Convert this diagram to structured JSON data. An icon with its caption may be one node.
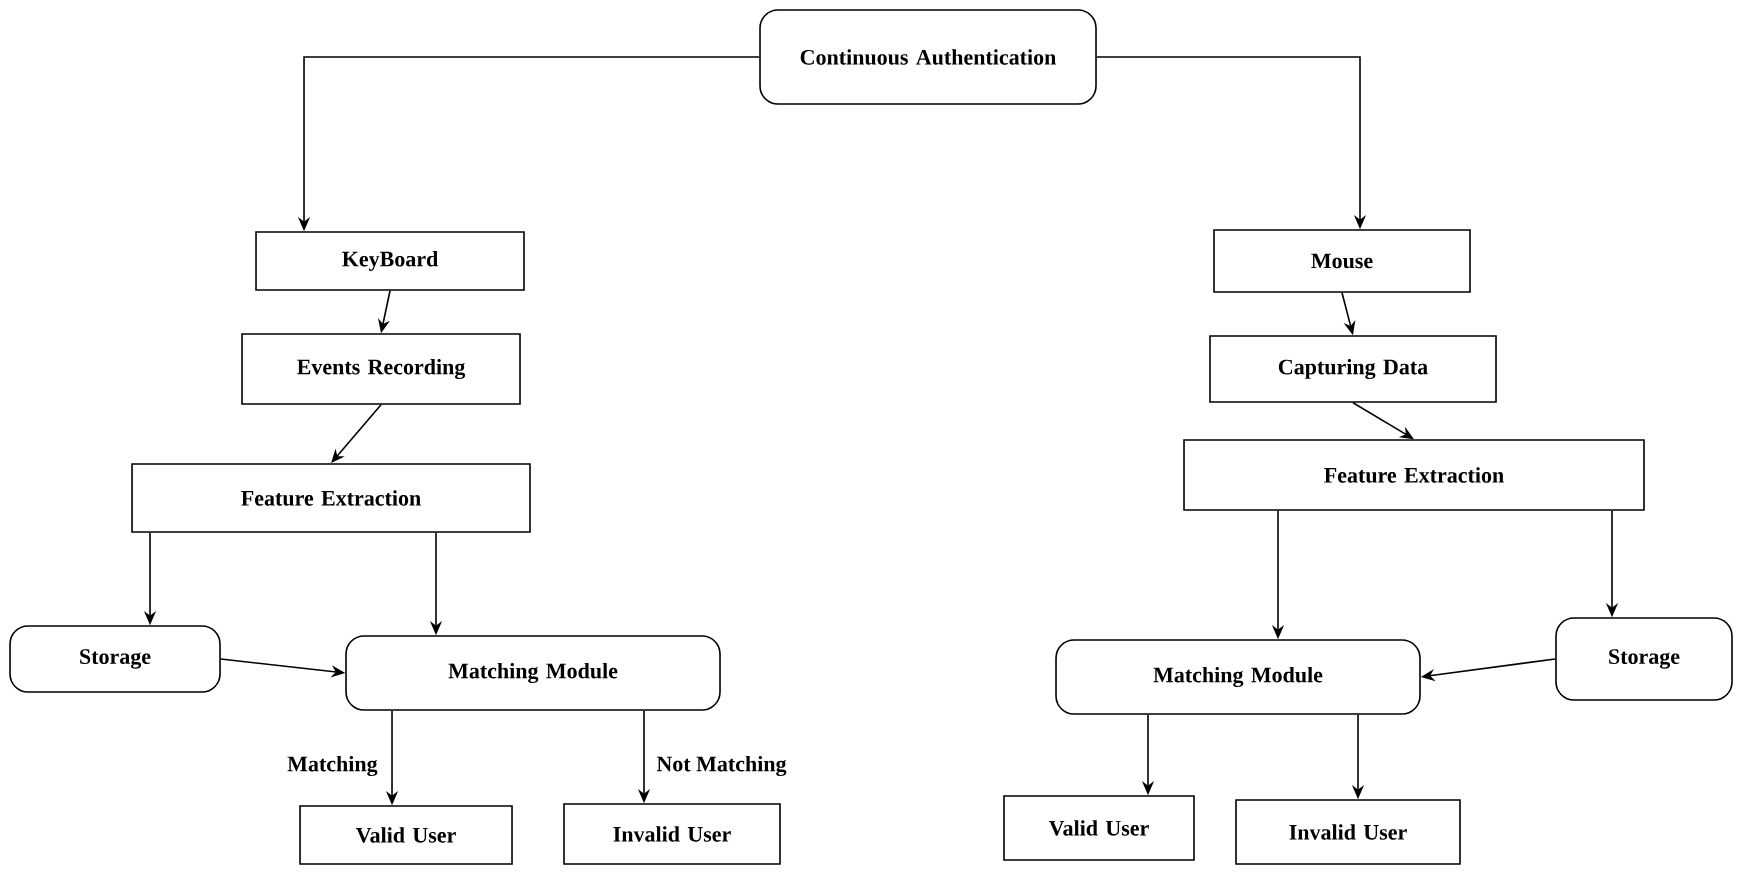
{
  "diagram": {
    "nodes": [
      {
        "text": [
          "Continuous Authentication"
        ]
      },
      {
        "text": [
          "KeyBoard"
        ]
      },
      {
        "text": [
          "Events Recording"
        ]
      },
      {
        "text": [
          "Feature Extraction"
        ]
      },
      {
        "text": [
          "Storage"
        ]
      },
      {
        "text": [
          "Matching Module"
        ]
      },
      {
        "text": [
          "Valid User"
        ]
      },
      {
        "text": [
          "Invalid User"
        ]
      },
      {
        "text": [
          "Mouse"
        ]
      },
      {
        "text": [
          "Capturing Data"
        ]
      },
      {
        "text": [
          "Feature Extraction"
        ]
      },
      {
        "text": [
          "Matching Module"
        ]
      },
      {
        "text": [
          "Storage"
        ]
      },
      {
        "text": [
          "Valid User"
        ]
      },
      {
        "text": [
          "Invalid User"
        ]
      }
    ],
    "edges": [
      {
        "from": 0,
        "to": 1,
        "arrow": "to"
      },
      {
        "from": 0,
        "to": 8,
        "arrow": "to"
      },
      {
        "from": 1,
        "to": 2,
        "arrow": "to"
      },
      {
        "from": 2,
        "to": 3,
        "arrow": "to"
      },
      {
        "from": 3,
        "to": 4,
        "arrow": "to"
      },
      {
        "from": 3,
        "to": 5,
        "arrow": "to"
      },
      {
        "from": 4,
        "to": 5,
        "arrow": "to"
      },
      {
        "from": 5,
        "to": 6,
        "arrow": "to",
        "label": "Matching"
      },
      {
        "from": 5,
        "to": 7,
        "arrow": "to",
        "label": "Not Matching"
      },
      {
        "from": 8,
        "to": 9,
        "arrow": "to"
      },
      {
        "from": 9,
        "to": 10,
        "arrow": "to"
      },
      {
        "from": 10,
        "to": 11,
        "arrow": "to"
      },
      {
        "from": 10,
        "to": 12,
        "arrow": "to"
      },
      {
        "from": 12,
        "to": 11,
        "arrow": "to"
      },
      {
        "from": 11,
        "to": 13,
        "arrow": "to"
      },
      {
        "from": 11,
        "to": 14,
        "arrow": "to"
      }
    ]
  }
}
